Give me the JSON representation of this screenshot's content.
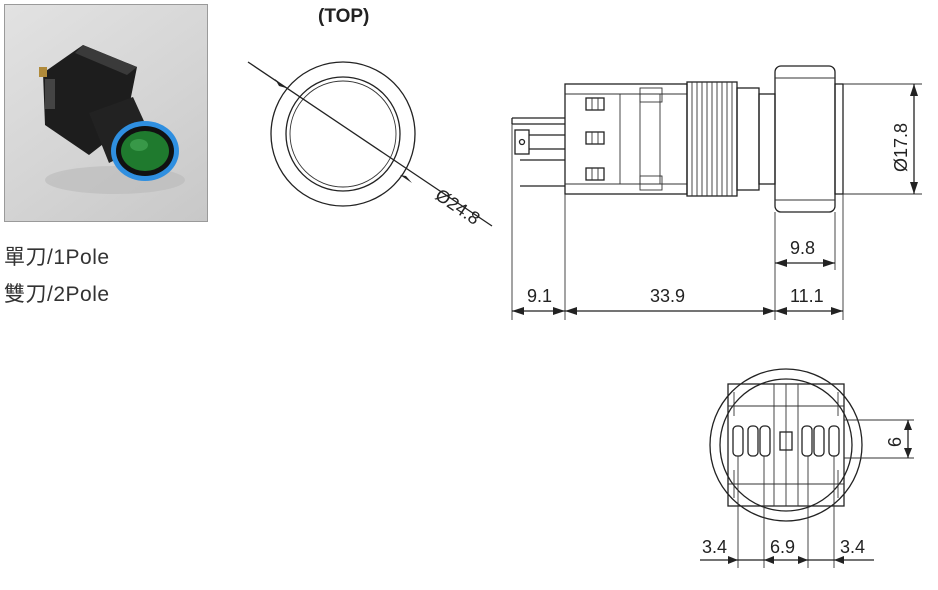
{
  "photo": {
    "alt_icon": "push-button-switch-photo",
    "ring_color": "#2f8fe0",
    "button_color": "#1f7a2e"
  },
  "labels": {
    "one_pole": "單刀/1Pole",
    "two_pole": "雙刀/2Pole",
    "top_view": "(TOP)"
  },
  "dimensions": {
    "outer_diameter": "Ø24.8",
    "body_diameter": "Ø17.8",
    "bezel_depth": "9.8",
    "terminal_length": "9.1",
    "body_length": "33.9",
    "head_length": "11.1",
    "terminal_height": "6",
    "left_spacing": "3.4",
    "center_spacing": "6.9",
    "right_spacing": "3.4"
  }
}
